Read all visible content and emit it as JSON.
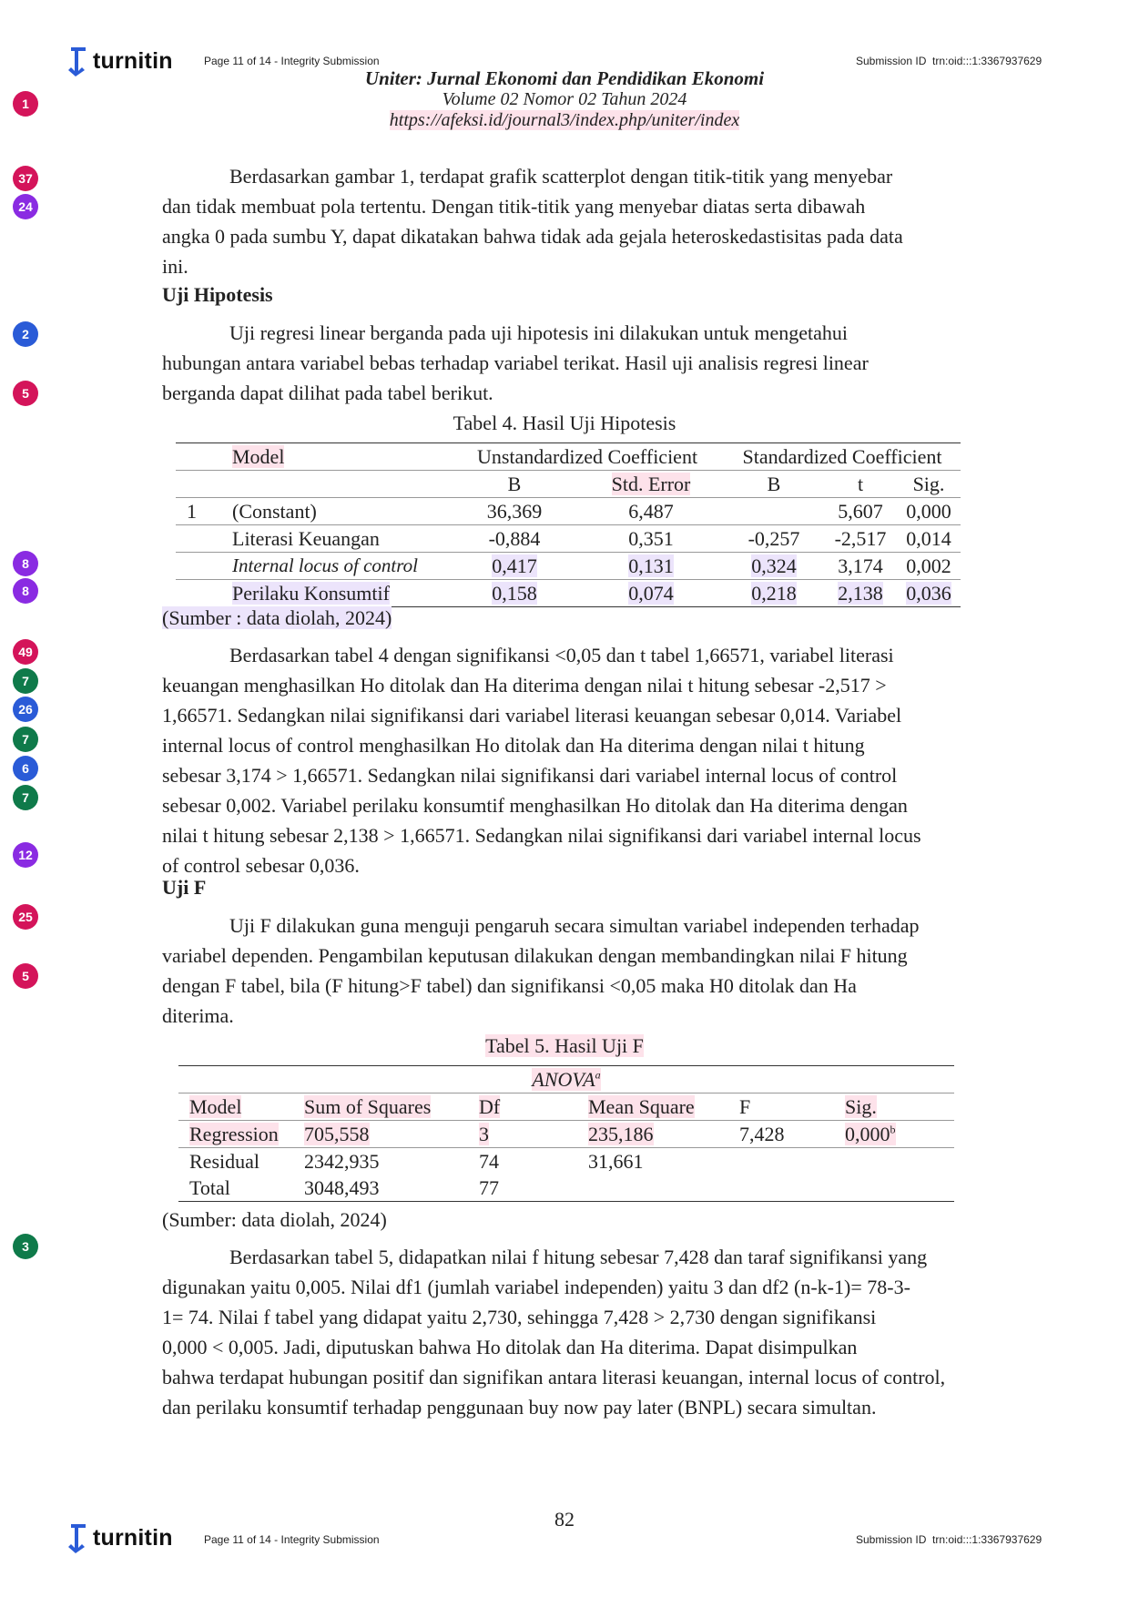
{
  "header": {
    "brand": "turnitin",
    "page_info": "Page 11 of 14 - Integrity Submission",
    "submission_label": "Submission ID",
    "submission_id": "trn:oid:::1:3367937629"
  },
  "journal": {
    "title": "Uniter: Jurnal Ekonomi dan Pendidikan Ekonomi",
    "volume": "Volume 02 Nomor 02 Tahun 2024",
    "url": "https://afeksi.id/journal3/index.php/uniter/index"
  },
  "badges": [
    {
      "label": "1",
      "color": "#d4145a"
    },
    {
      "label": "37",
      "color": "#d4145a"
    },
    {
      "label": "24",
      "color": "#8a2be2"
    },
    {
      "label": "2",
      "color": "#2a5bd7"
    },
    {
      "label": "5",
      "color": "#d4145a"
    },
    {
      "label": "8",
      "color": "#8a2be2"
    },
    {
      "label": "8",
      "color": "#8a2be2"
    },
    {
      "label": "49",
      "color": "#d4145a"
    },
    {
      "label": "7",
      "color": "#0f7a4a"
    },
    {
      "label": "26",
      "color": "#2a5bd7"
    },
    {
      "label": "7",
      "color": "#0f7a4a"
    },
    {
      "label": "6",
      "color": "#2a5bd7"
    },
    {
      "label": "7",
      "color": "#0f7a4a"
    },
    {
      "label": "12",
      "color": "#8a2be2"
    },
    {
      "label": "25",
      "color": "#d4145a"
    },
    {
      "label": "5",
      "color": "#d4145a"
    },
    {
      "label": "3",
      "color": "#0f7a4a"
    }
  ],
  "p1": [
    "Berdasarkan gambar 1, terdapat grafik scatterplot dengan titik-titik yang menyebar",
    "dan tidak membuat pola tertentu. Dengan titik-titik yang menyebar diatas serta dibawah",
    "angka 0 pada sumbu Y, dapat dikatakan bahwa tidak ada gejala heteroskedastisitas pada data",
    "ini."
  ],
  "h1": "Uji Hipotesis",
  "p2": [
    "Uji regresi linear berganda pada uji hipotesis ini dilakukan untuk mengetahui",
    "hubungan antara variabel bebas terhadap variabel terikat. Hasil uji analisis regresi linear",
    "berganda dapat dilihat pada tabel berikut."
  ],
  "table4": {
    "caption": "Tabel 4. Hasil Uji Hipotesis",
    "h_model": "Model",
    "h_unstd": "Unstandardized Coefficient",
    "h_std": "Standardized Coefficient",
    "h_b": "B",
    "h_se": "Std. Error",
    "h_b2": "B",
    "h_t": "t",
    "h_sig": "Sig.",
    "rows": [
      {
        "no": "1",
        "name": "(Constant)",
        "b": "36,369",
        "se": "6,487",
        "beta": "",
        "t": "5,607",
        "sig": "0,000"
      },
      {
        "no": "",
        "name": "Literasi Keuangan",
        "b": "-0,884",
        "se": "0,351",
        "beta": "-0,257",
        "t": "-2,517",
        "sig": "0,014"
      },
      {
        "no": "",
        "name": "Internal locus of control",
        "b": "0,417",
        "se": "0,131",
        "beta": "0,324",
        "t": "3,174",
        "sig": "0,002"
      },
      {
        "no": "",
        "name": "Perilaku Konsumtif",
        "b": "0,158",
        "se": "0,074",
        "beta": "0,218",
        "t": "2,138",
        "sig": "0,036"
      }
    ],
    "source": "(Sumber : data diolah, 2024)"
  },
  "p3": [
    "Berdasarkan tabel 4 dengan signifikansi <0,05 dan t tabel 1,66571, variabel literasi",
    "keuangan menghasilkan Ho ditolak dan Ha diterima dengan nilai t hitung sebesar -2,517 >",
    "1,66571. Sedangkan nilai signifikansi dari variabel literasi keuangan sebesar 0,014. Variabel",
    "internal locus of control menghasilkan Ho ditolak dan Ha diterima dengan nilai t hitung",
    "sebesar 3,174 > 1,66571. Sedangkan nilai signifikansi dari variabel internal locus of control",
    "sebesar 0,002. Variabel perilaku konsumtif menghasilkan Ho ditolak dan Ha diterima dengan",
    "nilai t hitung sebesar 2,138 > 1,66571. Sedangkan nilai signifikansi dari variabel internal locus",
    "of control sebesar 0,036."
  ],
  "h2": "Uji F",
  "p4": [
    "Uji F dilakukan guna menguji pengaruh secara simultan variabel independen terhadap",
    "variabel dependen. Pengambilan keputusan dilakukan dengan membandingkan nilai F hitung",
    "dengan F tabel, bila (F hitung>F tabel) dan signifikansi <0,05 maka H0 ditolak dan Ha",
    "diterima."
  ],
  "table5": {
    "caption": "Tabel 5. Hasil Uji F",
    "anova": "ANOVA",
    "anova_sup": "a",
    "headers": [
      "Model",
      "Sum of Squares",
      "Df",
      "Mean Square",
      "F",
      "Sig."
    ],
    "rows": [
      {
        "model": "Regression",
        "ss": "705,558",
        "df": "3",
        "ms": "235,186",
        "f": "7,428",
        "sig": "0,000",
        "sig_sup": "b"
      },
      {
        "model": "Residual",
        "ss": "2342,935",
        "df": "74",
        "ms": "31,661",
        "f": "",
        "sig": "",
        "sig_sup": ""
      },
      {
        "model": "Total",
        "ss": "3048,493",
        "df": "77",
        "ms": "",
        "f": "",
        "sig": "",
        "sig_sup": ""
      }
    ],
    "source": "(Sumber: data diolah, 2024)"
  },
  "p5": [
    "Berdasarkan tabel 5, didapatkan nilai f hitung sebesar 7,428 dan taraf signifikansi yang",
    "digunakan yaitu 0,005. Nilai df1 (jumlah variabel independen) yaitu 3 dan df2 (n-k-1)= 78-3-",
    "1= 74. Nilai f tabel yang didapat yaitu 2,730, sehingga 7,428 > 2,730 dengan signifikansi",
    "0,000 < 0,005. Jadi, diputuskan bahwa Ho ditolak dan Ha diterima. Dapat disimpulkan",
    "bahwa terdapat hubungan positif dan signifikan antara literasi keuangan, internal locus of control,",
    "dan perilaku konsumtif terhadap penggunaan buy now pay later (BNPL) secara simultan."
  ],
  "page_number": "82",
  "colors": {
    "pink_highlight": "#fde2ea",
    "blue_highlight": "#e2e8fb",
    "violet_highlight": "#ece4fb",
    "green_highlight": "#d6f1e5",
    "turnitin_blue": "#2a5bd7"
  }
}
